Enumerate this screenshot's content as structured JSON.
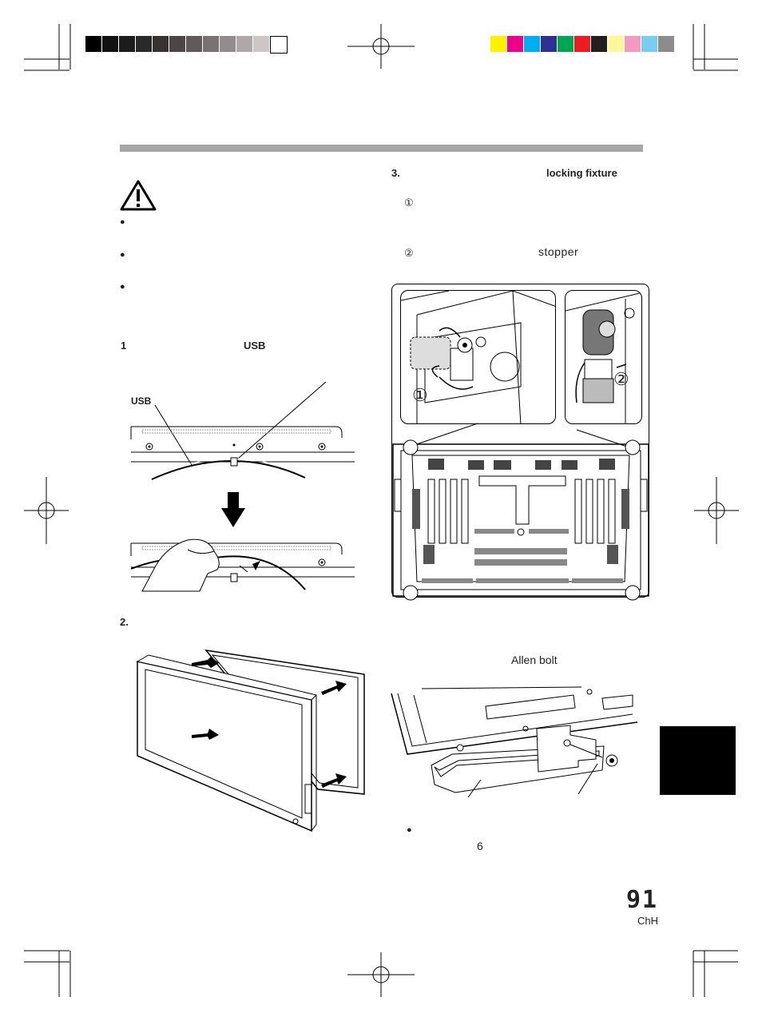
{
  "header": {
    "grayscale_swatches": [
      "#000000",
      "#111111",
      "#1c1c1c",
      "#2a2a2a",
      "#3a3232",
      "#4e4646",
      "#625a5a",
      "#7a7272",
      "#948c8c",
      "#b0a8a8",
      "#ccc6c6",
      "#ffffff"
    ],
    "color_swatches": [
      "#fff200",
      "#ec008c",
      "#00aeef",
      "#2e3192",
      "#00a651",
      "#ed1c24",
      "#231f20",
      "#fff799",
      "#f49ac1",
      "#7accf0",
      "#8c8c8c"
    ]
  },
  "left": {
    "bullets": [
      "●",
      "●",
      "●"
    ],
    "step1": {
      "number": "1",
      "usb": "USB"
    },
    "usb_label": "USB",
    "step2": {
      "number": "2."
    }
  },
  "right": {
    "step3": {
      "number": "3.",
      "text": "locking fixture"
    },
    "sub1": {
      "marker": "①"
    },
    "sub2": {
      "marker": "②",
      "text": "stopper"
    },
    "callout1": "①",
    "callout2": "②",
    "allen_bolt": "Allen bolt",
    "bullet": "●",
    "note_number": "6"
  },
  "footer": {
    "page_number": "91",
    "lang_code": "ChH"
  }
}
